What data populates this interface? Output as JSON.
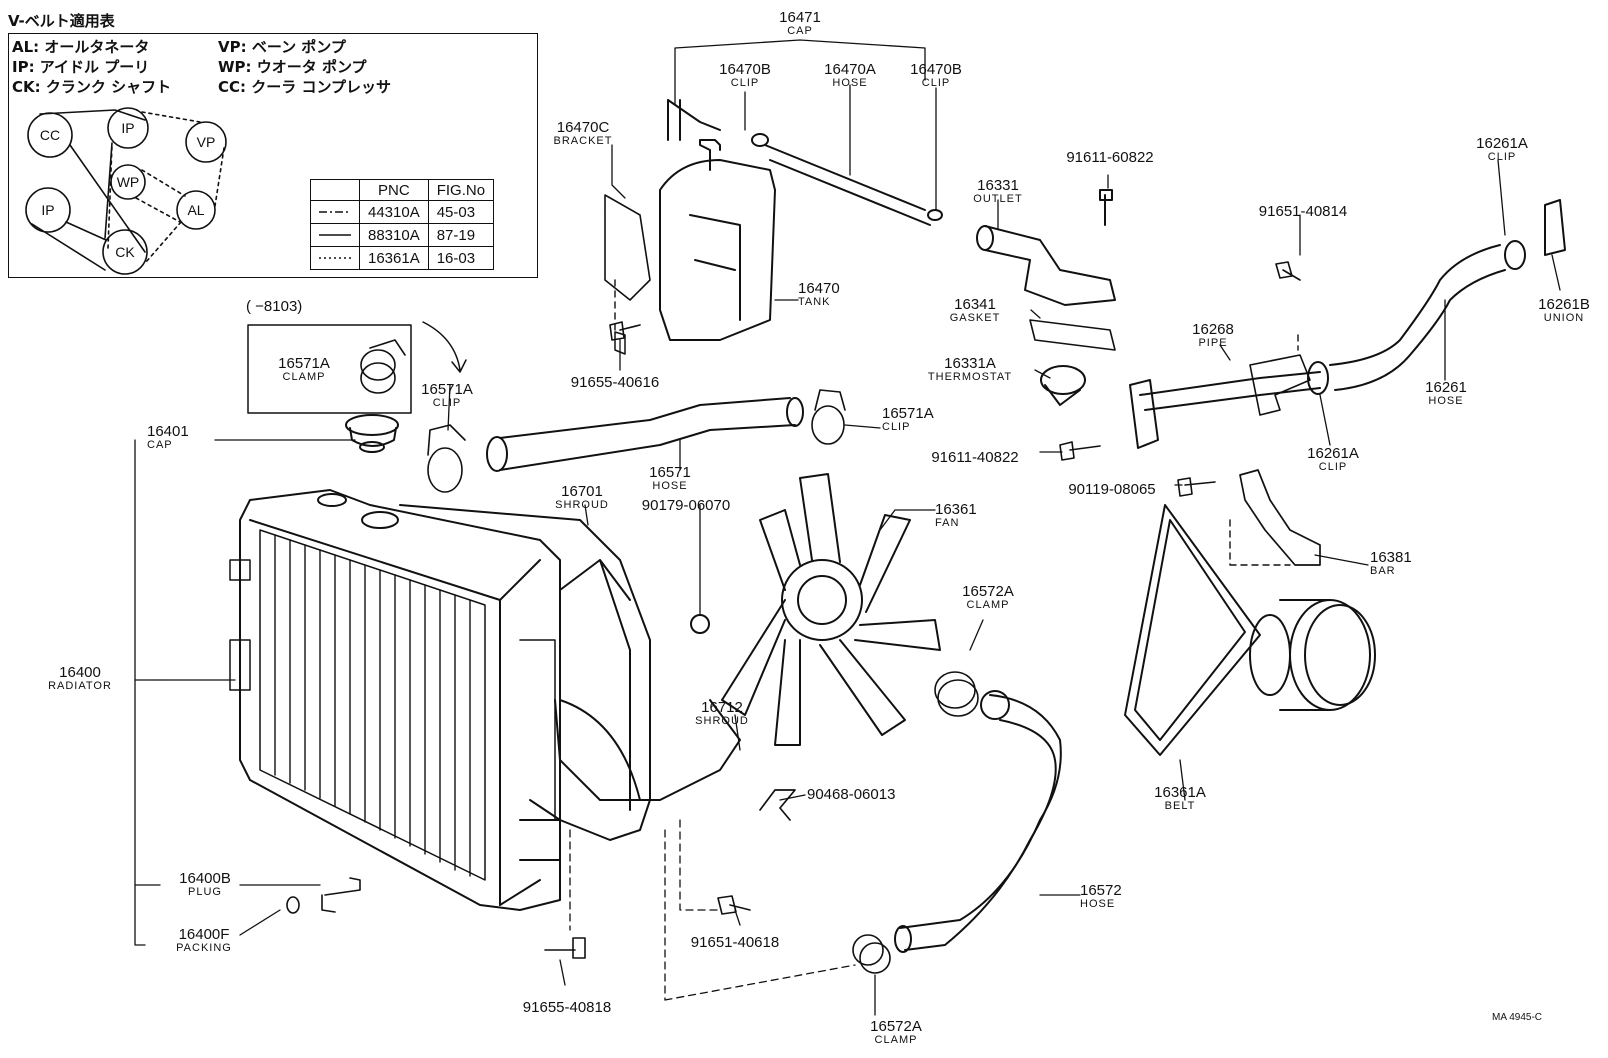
{
  "legend": {
    "title": "V-ベルト適用表",
    "rows": [
      [
        "AL: オールタネータ",
        "VP: ベーン ポンプ"
      ],
      [
        "IP: アイドル プーリ",
        "WP: ウオータ ポンプ"
      ],
      [
        "CK: クランク シャフト",
        "CC: クーラ コンプレッサ"
      ]
    ],
    "pulleys": [
      "CC",
      "IP",
      "VP",
      "WP",
      "AL",
      "IP",
      "CK"
    ],
    "table": {
      "headers": [
        "",
        "PNC",
        "FIG.No"
      ],
      "rows": [
        {
          "pnc": "44310A",
          "fig": "45-03",
          "line": "dash-dot"
        },
        {
          "pnc": "88310A",
          "fig": "87-19",
          "line": "solid"
        },
        {
          "pnc": "16361A",
          "fig": "16-03",
          "line": "dotted"
        }
      ]
    }
  },
  "inset_range": "(      −8103)",
  "parts": [
    {
      "num": "16471",
      "name": "CAP"
    },
    {
      "num": "16470B",
      "name": "CLIP"
    },
    {
      "num": "16470A",
      "name": "HOSE"
    },
    {
      "num": "16470B",
      "name": "CLIP"
    },
    {
      "num": "16470C",
      "name": "BRACKET"
    },
    {
      "num": "16470",
      "name": "TANK"
    },
    {
      "num": "91655-40616",
      "name": ""
    },
    {
      "num": "16571A",
      "name": "CLAMP"
    },
    {
      "num": "16571A",
      "name": "CLIP"
    },
    {
      "num": "16571A",
      "name": "CLIP"
    },
    {
      "num": "16401",
      "name": "CAP"
    },
    {
      "num": "16571",
      "name": "HOSE"
    },
    {
      "num": "16701",
      "name": "SHROUD"
    },
    {
      "num": "90179-06070",
      "name": ""
    },
    {
      "num": "16361",
      "name": "FAN"
    },
    {
      "num": "16331",
      "name": "OUTLET"
    },
    {
      "num": "91611-60822",
      "name": ""
    },
    {
      "num": "16341",
      "name": "GASKET"
    },
    {
      "num": "16331A",
      "name": "THERMOSTAT"
    },
    {
      "num": "91611-40822",
      "name": ""
    },
    {
      "num": "91651-40814",
      "name": ""
    },
    {
      "num": "16268",
      "name": "PIPE"
    },
    {
      "num": "16261A",
      "name": "CLIP"
    },
    {
      "num": "16261B",
      "name": "UNION"
    },
    {
      "num": "16261",
      "name": "HOSE"
    },
    {
      "num": "16261A",
      "name": "CLIP"
    },
    {
      "num": "90119-08065",
      "name": ""
    },
    {
      "num": "16381",
      "name": "BAR"
    },
    {
      "num": "16572A",
      "name": "CLAMP"
    },
    {
      "num": "16400",
      "name": "RADIATOR"
    },
    {
      "num": "16712",
      "name": "SHROUD"
    },
    {
      "num": "90468-06013",
      "name": ""
    },
    {
      "num": "16361A",
      "name": "BELT"
    },
    {
      "num": "16572",
      "name": "HOSE"
    },
    {
      "num": "16400B",
      "name": "PLUG"
    },
    {
      "num": "16400F",
      "name": "PACKING"
    },
    {
      "num": "91651-40618",
      "name": ""
    },
    {
      "num": "91655-40818",
      "name": ""
    },
    {
      "num": "16572A",
      "name": "CLAMP"
    }
  ],
  "footer_ref": "MA 4945-C"
}
